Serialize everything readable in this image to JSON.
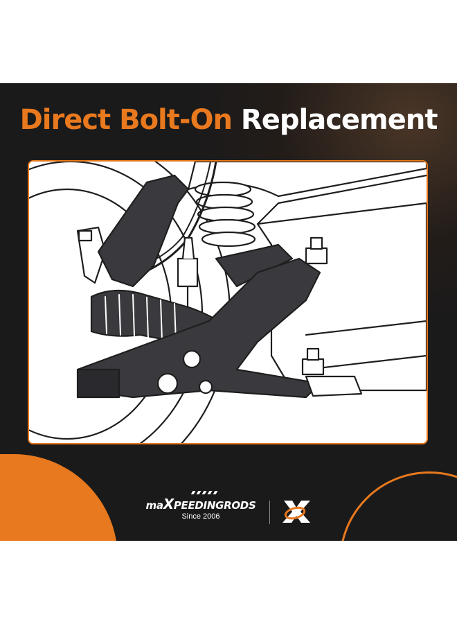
{
  "banner": {
    "title_accent": "Direct Bolt-On",
    "title_rest": "Replacement"
  },
  "illustration": {
    "icon": "suspension-control-arm-illustration"
  },
  "brand": {
    "name_prefix": "ma",
    "name_x": "X",
    "name_middle": "PEEDING",
    "name_suffix": "RODS",
    "since": "Since 2006",
    "logo_icon": "xr-logo-icon"
  },
  "colors": {
    "accent": "#e8791e",
    "background": "#1b1a1a",
    "text": "#ffffff"
  }
}
